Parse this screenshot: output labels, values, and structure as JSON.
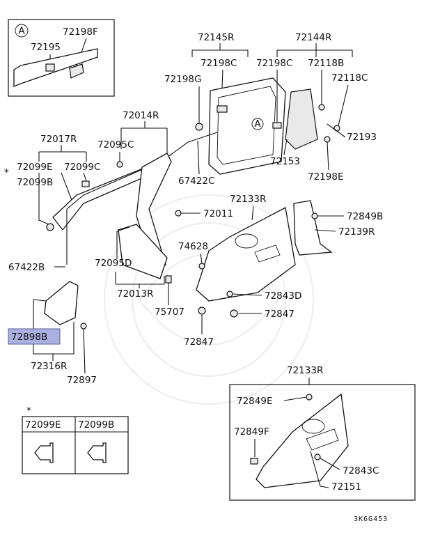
{
  "diagram_code": "3K6G453",
  "inset_marker": "A",
  "star_marker": "*",
  "highlight_color": "#aab0e0",
  "labels": {
    "p72198F": "72198F",
    "p72195": "72195",
    "p72145R": "72145R",
    "p72144R": "72144R",
    "p72198C_a": "72198C",
    "p72198C_b": "72198C",
    "p72118B": "72118B",
    "p72118C": "72118C",
    "p72198G": "72198G",
    "p72014R": "72014R",
    "p72193": "72193",
    "p72017R": "72017R",
    "p72095C": "72095C",
    "p72153": "72153",
    "p72099E": "72099E",
    "p72099C": "72099C",
    "p72198E": "72198E",
    "p72099B": "72099B",
    "p67422C": "67422C",
    "p72133R_a": "72133R",
    "p72011": "72011",
    "p72849B": "72849B",
    "p72139R": "72139R",
    "p74628": "74628",
    "p67422B": "67422B",
    "p72095D": "72095D",
    "p72013R": "72013R",
    "p72843D": "72843D",
    "p75707": "75707",
    "p72847_a": "72847",
    "p72898B": "72898B",
    "p72847_b": "72847",
    "p72316R": "72316R",
    "p72897": "72897",
    "p72133R_b": "72133R",
    "p72849E": "72849E",
    "p72849F": "72849F",
    "p72843C": "72843C",
    "p72151": "72151"
  },
  "clip_table": {
    "col1": "72099E",
    "col2": "72099B"
  }
}
